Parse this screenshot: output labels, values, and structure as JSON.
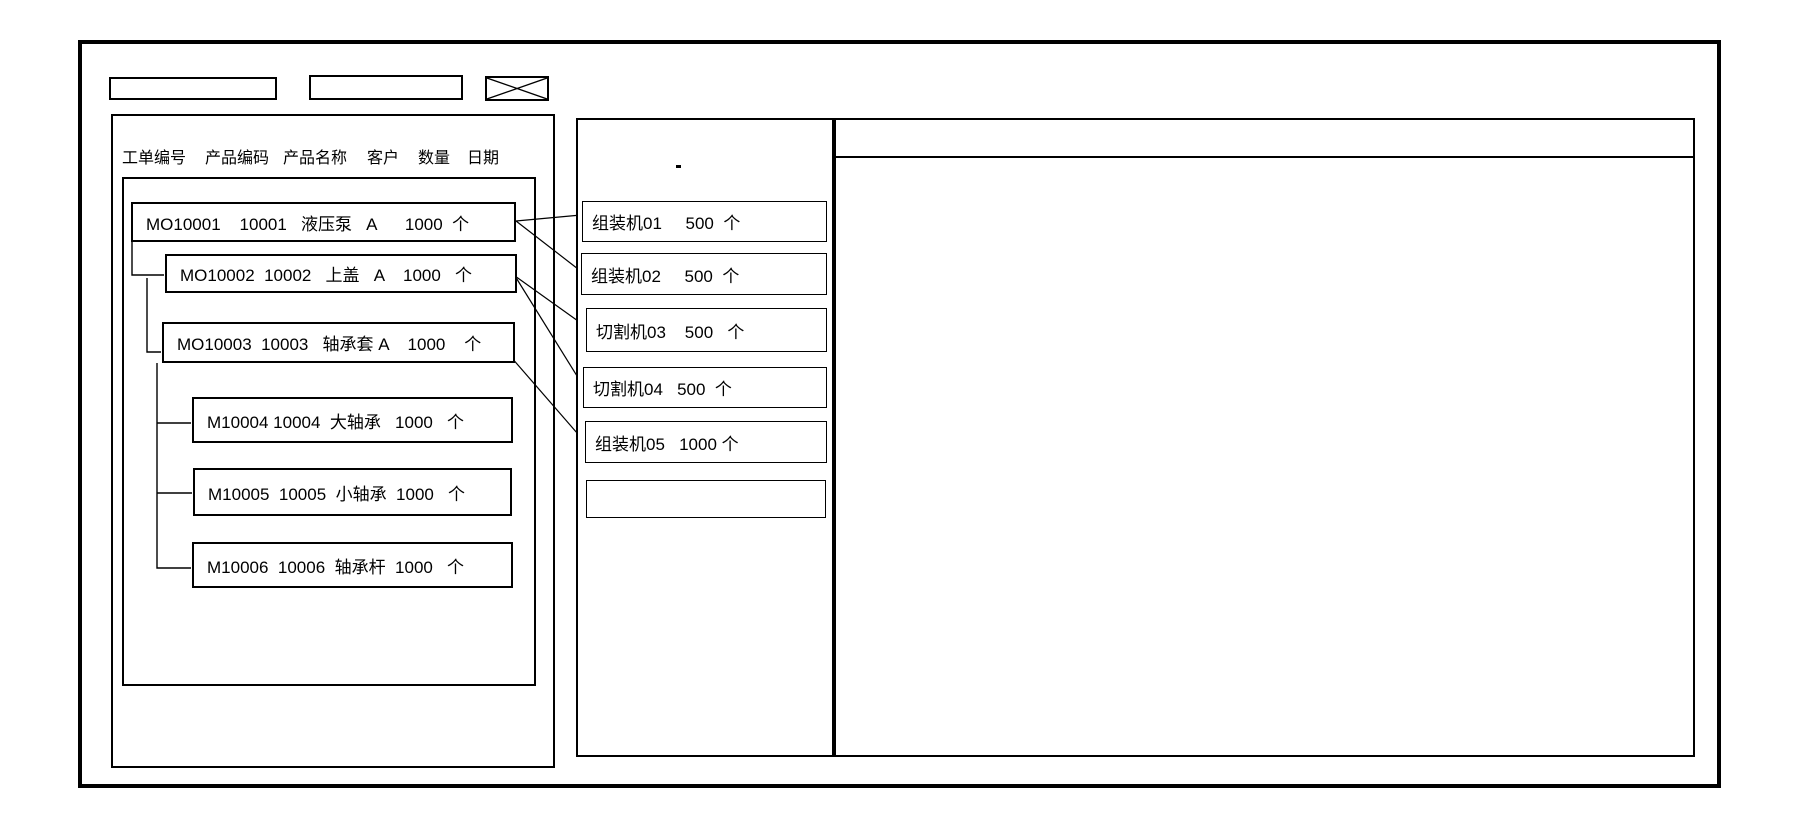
{
  "toolbar": {
    "input_placeholder_1": "",
    "input_placeholder_2": "",
    "image_placeholder_icon": "x-crossed-box"
  },
  "work_orders_panel": {
    "columns": [
      "工单编号",
      "产品编码",
      "产品名称",
      "客户",
      "数量",
      "日期"
    ],
    "orders": [
      {
        "order_no": "MO10001",
        "product_code": "10001",
        "product_name": "液压泵",
        "customer": "A",
        "quantity": "1000",
        "unit": "个",
        "label": "MO10001    10001   液压泵   A      1000  个"
      },
      {
        "order_no": "MO10002",
        "product_code": "10002",
        "product_name": "上盖",
        "customer": "A",
        "quantity": "1000",
        "unit": "个",
        "label": "MO10002  10002   上盖   A    1000   个"
      },
      {
        "order_no": "MO10003",
        "product_code": "10003",
        "product_name": "轴承套",
        "customer": "A",
        "quantity": "1000",
        "unit": "个",
        "label": "MO10003  10003   轴承套 A    1000    个"
      },
      {
        "order_no": "M10004",
        "product_code": "10004",
        "product_name": "大轴承",
        "customer": "",
        "quantity": "1000",
        "unit": "个",
        "label": "M10004 10004  大轴承   1000   个"
      },
      {
        "order_no": "M10005",
        "product_code": "10005",
        "product_name": "小轴承",
        "customer": "",
        "quantity": "1000",
        "unit": "个",
        "label": "M10005  10005  小轴承  1000   个"
      },
      {
        "order_no": "M10006",
        "product_code": "10006",
        "product_name": "轴承杆",
        "customer": "",
        "quantity": "1000",
        "unit": "个",
        "label": "M10006  10006  轴承杆  1000   个"
      }
    ]
  },
  "machines_panel": {
    "stray_mark": ".",
    "machines": [
      {
        "name": "组装机01",
        "quantity": "500",
        "unit": "个",
        "label": "组装机01     500  个"
      },
      {
        "name": "组装机02",
        "quantity": "500",
        "unit": "个",
        "label": "组装机02     500  个"
      },
      {
        "name": "切割机03",
        "quantity": "500",
        "unit": "个",
        "label": "切割机03    500   个"
      },
      {
        "name": "切割机04",
        "quantity": "500",
        "unit": "个",
        "label": "切割机04   500  个"
      },
      {
        "name": "组装机05",
        "quantity": "1000",
        "unit": "个",
        "label": "组装机05   1000 个"
      },
      {
        "name": "",
        "quantity": "",
        "unit": "",
        "label": ""
      }
    ]
  }
}
